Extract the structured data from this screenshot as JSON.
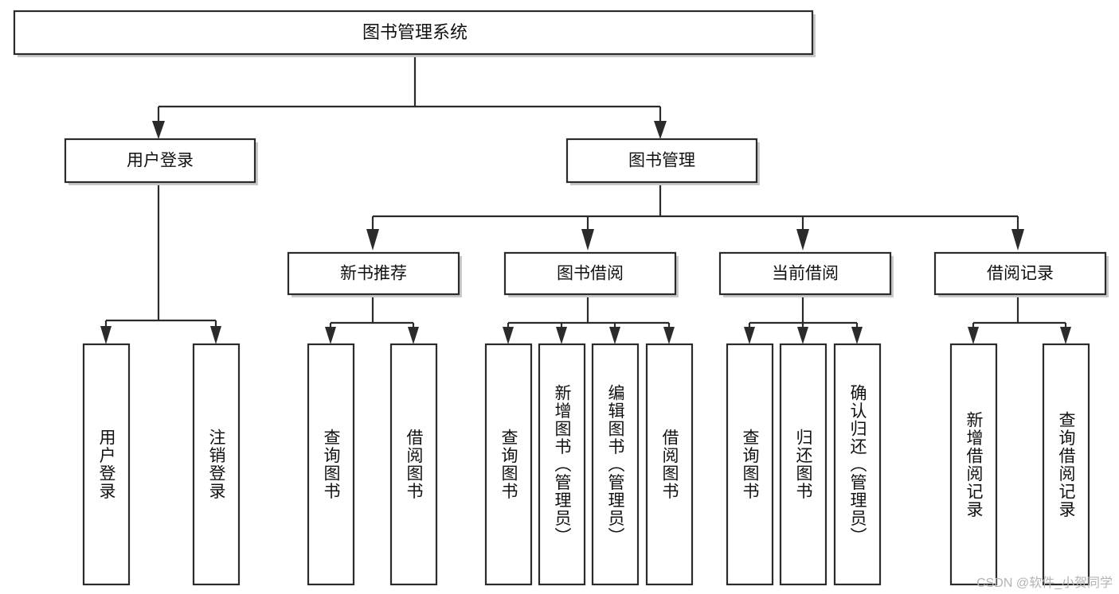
{
  "diagram": {
    "title": "图书管理系统",
    "type": "tree-hierarchy",
    "orientation": "top-down",
    "colors": {
      "stroke": "#2b2b2b",
      "fill": "#ffffff",
      "shadow": "#c9c9c9",
      "text": "#111111",
      "watermark": "#b4b4b4"
    },
    "nodes": {
      "root": {
        "label": "图书管理系统"
      },
      "level2": [
        {
          "label": "用户登录"
        },
        {
          "label": "图书管理"
        }
      ],
      "level3": [
        {
          "label": "新书推荐"
        },
        {
          "label": "图书借阅"
        },
        {
          "label": "当前借阅"
        },
        {
          "label": "借阅记录"
        }
      ],
      "leaves": {
        "user_login": [
          {
            "label": "用户登录"
          },
          {
            "label": "注销登录"
          }
        ],
        "new_book_recommend": [
          {
            "label": "查询图书"
          },
          {
            "label": "借阅图书"
          }
        ],
        "book_borrow": [
          {
            "label": "查询图书"
          },
          {
            "label": "新增图书（管理员）"
          },
          {
            "label": "编辑图书（管理员）"
          },
          {
            "label": "借阅图书"
          }
        ],
        "current_borrow": [
          {
            "label": "查询图书"
          },
          {
            "label": "归还图书"
          },
          {
            "label": "确认归还（管理员）"
          }
        ],
        "borrow_record": [
          {
            "label": "新增借阅记录"
          },
          {
            "label": "查询借阅记录"
          }
        ]
      }
    },
    "watermark": "CSDN @软件_小贺同学"
  }
}
